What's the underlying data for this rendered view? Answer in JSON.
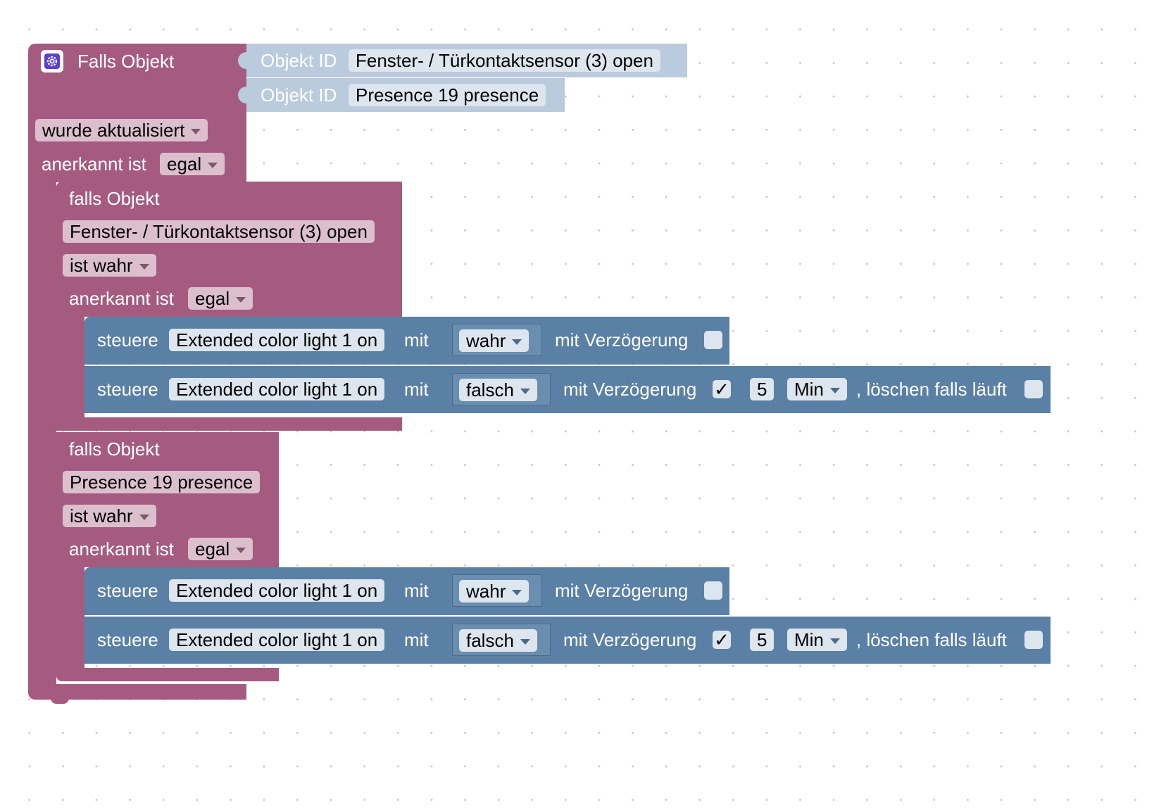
{
  "trigger": {
    "title": "Falls Objekt",
    "objects": [
      {
        "label": "Objekt ID",
        "value": "Fenster- / Türkontaktsensor (3) open"
      },
      {
        "label": "Objekt ID",
        "value": "Presence 19 presence"
      }
    ],
    "event": "wurde aktualisiert",
    "ack_label": "anerkannt ist",
    "ack_value": "egal"
  },
  "conditions": [
    {
      "label": "falls Objekt",
      "object": "Fenster- / Türkontaktsensor (3) open",
      "state": "ist wahr",
      "ack_label": "anerkannt ist",
      "ack_value": "egal",
      "actions": [
        {
          "verb": "steuere",
          "target": "Extended color light 1 on",
          "with": "mit",
          "value": "wahr",
          "delay_label": "mit Verzögerung",
          "delay_checked": false
        },
        {
          "verb": "steuere",
          "target": "Extended color light 1 on",
          "with": "mit",
          "value": "falsch",
          "delay_label": "mit Verzögerung",
          "delay_checked": true,
          "check_mark": "✓",
          "delay_amount": "5",
          "delay_unit": "Min",
          "clear_label": ", löschen falls läuft",
          "clear_checked": false
        }
      ]
    },
    {
      "label": "falls Objekt",
      "object": "Presence 19 presence",
      "state": "ist wahr",
      "ack_label": "anerkannt ist",
      "ack_value": "egal",
      "actions": [
        {
          "verb": "steuere",
          "target": "Extended color light 1 on",
          "with": "mit",
          "value": "wahr",
          "delay_label": "mit Verzögerung",
          "delay_checked": false
        },
        {
          "verb": "steuere",
          "target": "Extended color light 1 on",
          "with": "mit",
          "value": "falsch",
          "delay_label": "mit Verzögerung",
          "delay_checked": true,
          "check_mark": "✓",
          "delay_amount": "5",
          "delay_unit": "Min",
          "clear_label": ", löschen falls läuft",
          "clear_checked": false
        }
      ]
    }
  ],
  "colors": {
    "trigger_block": "#a55b80",
    "action_block": "#5b80a5",
    "object_id_block": "#b9cbdc"
  },
  "icons": {
    "trigger": "gear-icon"
  }
}
